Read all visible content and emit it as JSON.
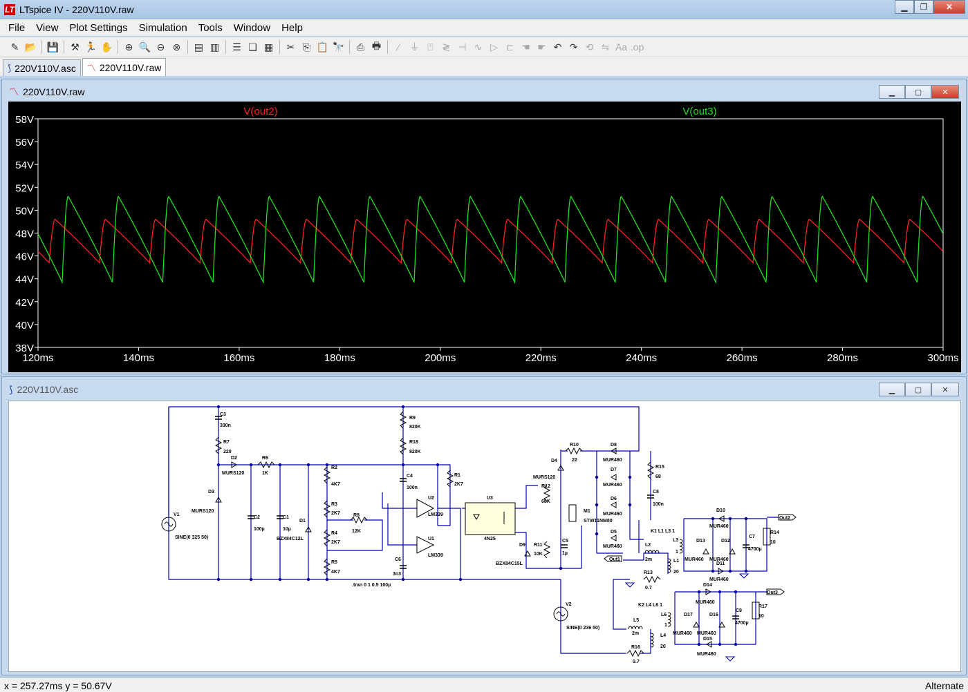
{
  "window": {
    "title": "LTspice IV - 220V110V.raw",
    "app_icon": "LT"
  },
  "menu": [
    "File",
    "View",
    "Plot Settings",
    "Simulation",
    "Tools",
    "Window",
    "Help"
  ],
  "tabs": [
    {
      "label": "220V110V.asc"
    },
    {
      "label": "220V110V.raw"
    }
  ],
  "plot_window": {
    "title": "220V110V.raw"
  },
  "schematic_window": {
    "title": "220V110V.asc"
  },
  "status": {
    "coords": "x = 257.27ms    y = 50.67V",
    "mode": "Alternate"
  },
  "colors": {
    "out2": "#ff2020",
    "out3": "#20e020",
    "wire": "#0000aa",
    "grid_text": "#ffffff"
  },
  "chart_data": {
    "type": "line",
    "xlim": [
      120,
      300
    ],
    "ylim": [
      38,
      58
    ],
    "x_ticks": [
      "120ms",
      "140ms",
      "160ms",
      "180ms",
      "200ms",
      "220ms",
      "240ms",
      "260ms",
      "280ms",
      "300ms"
    ],
    "y_ticks": [
      "58V",
      "56V",
      "54V",
      "52V",
      "50V",
      "48V",
      "46V",
      "44V",
      "42V",
      "40V",
      "38V"
    ],
    "grid": false,
    "series": [
      {
        "name": "V(out2)",
        "color": "#ff2020",
        "period_ms": 10,
        "peak_time_ms": 123.4,
        "peak": 49.2,
        "trough": 45.4
      },
      {
        "name": "V(out3)",
        "color": "#20e020",
        "period_ms": 10,
        "peak_time_ms": 126.0,
        "peak": 51.2,
        "trough": 43.7
      }
    ]
  },
  "schematic": {
    "labels": [
      [
        "C3",
        317,
        598
      ],
      [
        "330n",
        317,
        614
      ],
      [
        "R7",
        322,
        638
      ],
      [
        "220",
        322,
        652
      ],
      [
        "D2",
        333,
        661
      ],
      [
        "MURS120",
        320,
        683
      ],
      [
        "R6",
        378,
        661
      ],
      [
        "1K",
        378,
        683
      ],
      [
        "D3",
        300,
        710
      ],
      [
        "MURS120",
        276,
        738
      ],
      [
        "V1",
        250,
        743
      ],
      [
        "SINE(0 325 50)",
        252,
        776
      ],
      [
        "C2",
        366,
        747
      ],
      [
        "100µ",
        366,
        764
      ],
      [
        "C1",
        408,
        747
      ],
      [
        "10µ",
        408,
        764
      ],
      [
        "D1",
        432,
        752
      ],
      [
        "BZX84C12L",
        399,
        778
      ],
      [
        "R2",
        478,
        675
      ],
      [
        "4K7",
        478,
        699
      ],
      [
        "R3",
        478,
        728
      ],
      [
        "2K7",
        478,
        741
      ],
      [
        "R4",
        478,
        770
      ],
      [
        "2K7",
        478,
        783
      ],
      [
        "R5",
        478,
        812
      ],
      [
        "4K7",
        478,
        826
      ],
      [
        "R8",
        510,
        744
      ],
      [
        "12K",
        508,
        767
      ],
      [
        "R9",
        591,
        603
      ],
      [
        "820K",
        591,
        616
      ],
      [
        "R18",
        591,
        638
      ],
      [
        "820K",
        591,
        652
      ],
      [
        "C4",
        587,
        687
      ],
      [
        "100n",
        587,
        704
      ],
      [
        "C6",
        570,
        808
      ],
      [
        "3n3",
        567,
        829
      ],
      [
        "U2",
        618,
        719
      ],
      [
        "LM339",
        618,
        743
      ],
      [
        "U1",
        618,
        778
      ],
      [
        "LM339",
        618,
        802
      ],
      [
        "R1",
        656,
        686
      ],
      [
        "2K7",
        656,
        699
      ],
      [
        "U3",
        703,
        719
      ],
      [
        "4N25",
        699,
        778
      ],
      [
        ".tran 0 1 0.5 100µ",
        508,
        845
      ],
      [
        "D4",
        796,
        665
      ],
      [
        "MURS120",
        770,
        689
      ],
      [
        "R10",
        823,
        642
      ],
      [
        "22",
        826,
        664
      ],
      [
        "R12",
        782,
        702
      ],
      [
        "68K",
        782,
        724
      ],
      [
        "M1",
        843,
        738
      ],
      [
        "STW11NM80",
        843,
        752
      ],
      [
        "D9",
        750,
        787
      ],
      [
        "BZX84C15L",
        716,
        814
      ],
      [
        "R11",
        771,
        787
      ],
      [
        "10K",
        771,
        800
      ],
      [
        "C5",
        812,
        781
      ],
      [
        "1µ",
        812,
        799
      ],
      [
        "D8",
        882,
        642
      ],
      [
        "MUR460",
        871,
        664
      ],
      [
        "D7",
        882,
        678
      ],
      [
        "MUR460",
        871,
        700
      ],
      [
        "D6",
        882,
        720
      ],
      [
        "MUR460",
        871,
        742
      ],
      [
        "D5",
        882,
        768
      ],
      [
        "MUR460",
        871,
        789
      ],
      [
        "R15",
        947,
        674
      ],
      [
        "68",
        947,
        688
      ],
      [
        "C8",
        943,
        710
      ],
      [
        "100n",
        943,
        728
      ],
      [
        "Out1",
        880,
        808
      ],
      [
        "L2",
        932,
        787
      ],
      [
        "2m",
        932,
        808
      ],
      [
        "L1",
        973,
        810
      ],
      [
        "20",
        973,
        826
      ],
      [
        "K1 L1 L3 1",
        940,
        767
      ],
      [
        "L3",
        972,
        780
      ],
      [
        "1",
        976,
        797
      ],
      [
        "R13",
        930,
        827
      ],
      [
        "0.7",
        932,
        849
      ],
      [
        "D10",
        1035,
        737
      ],
      [
        "D13",
        1006,
        781
      ],
      [
        "D12",
        1042,
        781
      ],
      [
        "MUR460",
        1025,
        760
      ],
      [
        "MUR460",
        989,
        808
      ],
      [
        "MUR460",
        1025,
        808
      ],
      [
        "D11",
        1035,
        814
      ],
      [
        "MUR460",
        1025,
        837
      ],
      [
        "C7",
        1082,
        775
      ],
      [
        "4700µ",
        1081,
        793
      ],
      [
        "R14",
        1113,
        769
      ],
      [
        "10",
        1113,
        783
      ],
      [
        "Out2",
        1126,
        748
      ],
      [
        "D14",
        1016,
        845
      ],
      [
        "MUR460",
        1005,
        870
      ],
      [
        "D17",
        988,
        888
      ],
      [
        "D16",
        1025,
        888
      ],
      [
        "MUR460",
        972,
        915
      ],
      [
        "MUR460",
        1007,
        915
      ],
      [
        "D15",
        1016,
        923
      ],
      [
        "MUR460",
        1007,
        945
      ],
      [
        "C9",
        1063,
        882
      ],
      [
        "4700µ",
        1062,
        900
      ],
      [
        "R17",
        1096,
        876
      ],
      [
        "10",
        1096,
        890
      ],
      [
        "Out3",
        1108,
        856
      ],
      [
        "K2 L4 L6 1",
        922,
        874
      ],
      [
        "L6",
        955,
        888
      ],
      [
        "1",
        960,
        903
      ],
      [
        "V2",
        817,
        873
      ],
      [
        "SINE(0 236 50)",
        818,
        907
      ],
      [
        "L5",
        915,
        896
      ],
      [
        "2m",
        913,
        915
      ],
      [
        "L4",
        954,
        918
      ],
      [
        "20",
        954,
        934
      ],
      [
        "R16",
        912,
        935
      ],
      [
        "0.7",
        914,
        956
      ]
    ]
  }
}
